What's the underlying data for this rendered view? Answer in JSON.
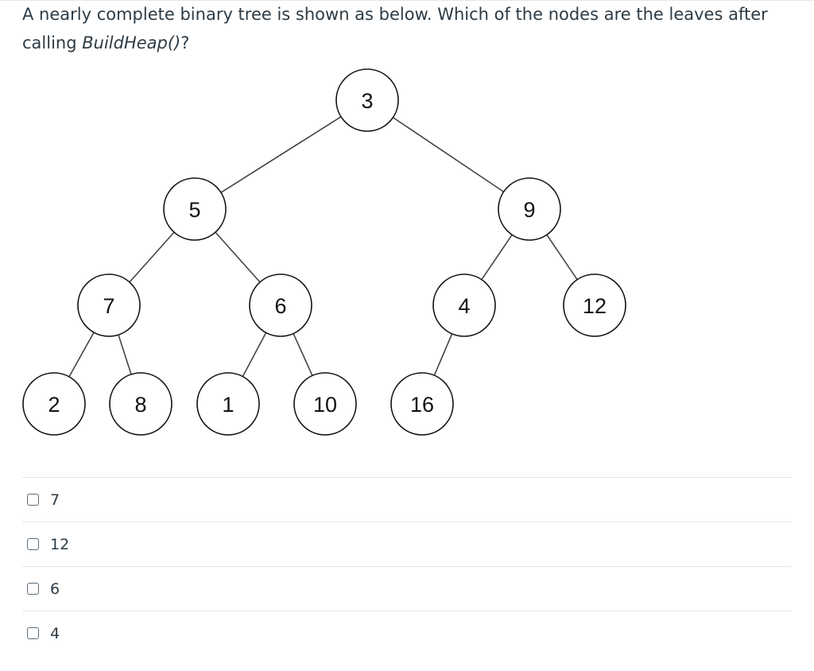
{
  "question": {
    "text_before": "A nearly complete binary tree is shown as below. Which of the nodes are the leaves after calling ",
    "function_name": "BuildHeap()",
    "text_after": "?"
  },
  "tree": {
    "nodes": [
      {
        "id": "n3",
        "label": "3"
      },
      {
        "id": "n5",
        "label": "5"
      },
      {
        "id": "n9",
        "label": "9"
      },
      {
        "id": "n7",
        "label": "7"
      },
      {
        "id": "n6",
        "label": "6"
      },
      {
        "id": "n4",
        "label": "4"
      },
      {
        "id": "n12",
        "label": "12"
      },
      {
        "id": "n2",
        "label": "2"
      },
      {
        "id": "n8",
        "label": "8"
      },
      {
        "id": "n1",
        "label": "1"
      },
      {
        "id": "n10",
        "label": "10"
      },
      {
        "id": "n16",
        "label": "16"
      }
    ],
    "edges": [
      [
        "n3",
        "n5"
      ],
      [
        "n3",
        "n9"
      ],
      [
        "n5",
        "n7"
      ],
      [
        "n5",
        "n6"
      ],
      [
        "n9",
        "n4"
      ],
      [
        "n9",
        "n12"
      ],
      [
        "n7",
        "n2"
      ],
      [
        "n7",
        "n8"
      ],
      [
        "n6",
        "n1"
      ],
      [
        "n6",
        "n10"
      ],
      [
        "n4",
        "n16"
      ]
    ]
  },
  "answers": [
    {
      "label": "7",
      "checked": false
    },
    {
      "label": "12",
      "checked": false
    },
    {
      "label": "6",
      "checked": false
    },
    {
      "label": "4",
      "checked": false
    }
  ]
}
